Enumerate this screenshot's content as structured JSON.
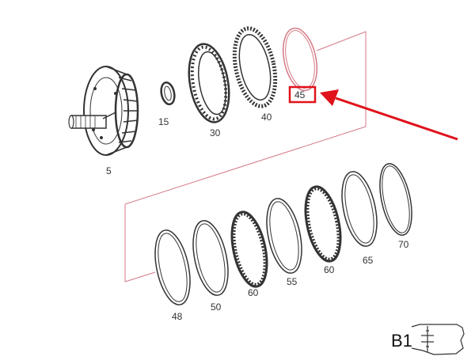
{
  "diagram": {
    "labels": {
      "hub": "5",
      "snap_ring_small": "15",
      "one_way_clutch": "30",
      "clutch_disc_40": "40",
      "ring_45": "45",
      "plate_48": "48",
      "plate_50": "50",
      "disc_60_a": "60",
      "plate_55": "55",
      "disc_60_b": "60",
      "plate_65": "65",
      "snap_ring_70": "70",
      "brake_code": "B1"
    },
    "colors": {
      "line": "#333333",
      "highlight": "#e0121b",
      "bracket": "#d47a86"
    },
    "icons": {
      "brake_symbol": "brake-b1-icon"
    }
  }
}
